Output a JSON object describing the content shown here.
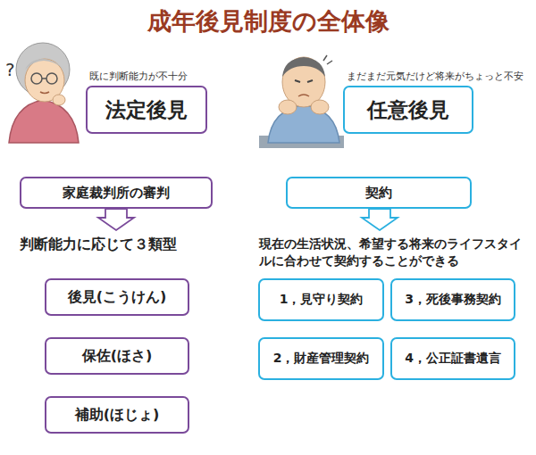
{
  "diagram": {
    "title": "成年後見制度の全体像",
    "nodes": [
      {
        "text": [
          "既に判断能力が不十分",
          "法定後見"
        ]
      },
      {
        "text": [
          "まだまだ元気だけど将来がちょっと不安",
          "任意後見"
        ]
      },
      {
        "text": [
          "家庭裁判所の審判"
        ]
      },
      {
        "text": [
          "契約"
        ]
      },
      {
        "text": [
          "後見(こうけん)"
        ]
      },
      {
        "text": [
          "保佐(ほさ)"
        ]
      },
      {
        "text": [
          "補助(ほじょ)"
        ]
      },
      {
        "text": [
          "1，見守り契約"
        ]
      },
      {
        "text": [
          "3，死後事務契約"
        ]
      },
      {
        "text": [
          "2，財産管理契約"
        ]
      },
      {
        "text": [
          "4，公正証書遺言"
        ]
      }
    ],
    "labels": [
      "?",
      "判断能力に応じて３類型",
      "現在の生活状況、希望する将来のライフスタイルに合わせて契約することができる"
    ]
  }
}
